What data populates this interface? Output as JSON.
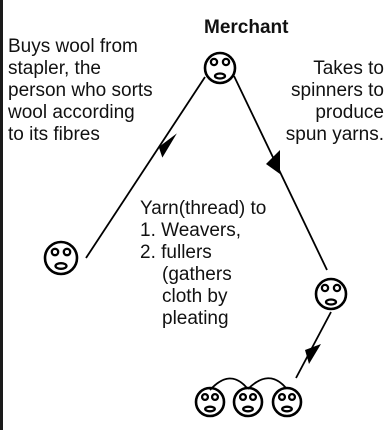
{
  "diagram": {
    "title": "Merchant",
    "left_note": [
      "Buys wool from",
      "stapler, the",
      "person who sorts",
      "wool according",
      "to its fibres"
    ],
    "right_note": [
      "Takes to",
      "spinners to",
      "produce",
      "spun yarns."
    ],
    "middle_note": {
      "header": "Yarn(thread) to",
      "items": [
        "1. Weavers,",
        "2. fullers"
      ],
      "continuation": [
        "(gathers",
        "cloth by",
        "pleating"
      ]
    }
  }
}
